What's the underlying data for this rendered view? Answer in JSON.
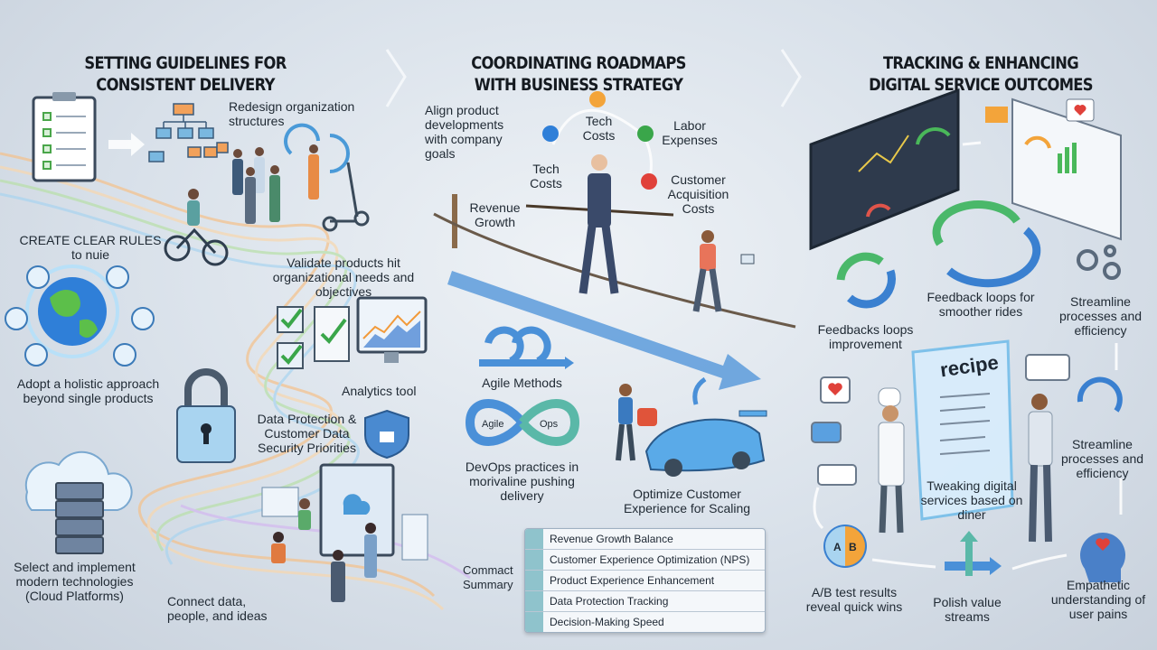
{
  "headers": [
    "SETTING GUIDELINES FOR CONSISTENT DELIVERY",
    "COORDINATING ROADMAPS WITH BUSINESS STRATEGY",
    "TRACKING & ENHANCING DIGITAL SERVICE OUTCOMES"
  ],
  "left": {
    "redesign": "Redesign organization structures",
    "rules_title": "CREATE CLEAR RULES",
    "rules_sub": "to nuie",
    "validate": "Validate products hit organizational needs and objectives",
    "holistic": "Adopt a holistic approach beyond single products",
    "analytics": "Analytics tool",
    "data_protection": "Data Protection & Customer Data Security Priorities",
    "select_tech": "Select and implement modern technologies (Cloud Platforms)",
    "connect": "Connect data, people, and ideas"
  },
  "middle": {
    "align": "Align product developments with company goals",
    "tech_costs_top": "Tech Costs",
    "labor": "Labor Expenses",
    "tech_costs_left": "Tech Costs",
    "cac": "Customer Acquisition Costs",
    "revenue": "Revenue Growth",
    "agile_methods": "Agile Methods",
    "agile": "Agile",
    "ops": "Ops",
    "devops": "DevOps practices in morivaline pushing delivery",
    "optimize": "Optimize Customer Experience for Scaling",
    "summary_label": "Commact Summary",
    "summary_rows": [
      "Revenue Growth Balance",
      "Customer Experience Optimization (NPS)",
      "Product Experience Enhancement",
      "Data Protection Tracking",
      "Decision-Making Speed"
    ]
  },
  "right": {
    "feedbacks_improvement": "Feedbacks loops improvement",
    "feedback_smoother": "Feedback loops for smoother rides",
    "streamline_1": "Streamline processes and efficiency",
    "recipe": "recipe",
    "streamline_2": "Streamline processes and efficiency",
    "tweaking": "Tweaking digital services based on diner",
    "ab": "A/B test results reveal quick wins",
    "a": "A",
    "b": "B",
    "polish": "Polish value streams",
    "empathetic": "Empathetic understanding of user pains"
  },
  "colors": {
    "orange": "#f3a43a",
    "blue": "#2f7fd8",
    "green": "#3aa64a",
    "red": "#e0413a",
    "teal": "#8fc3cc"
  }
}
